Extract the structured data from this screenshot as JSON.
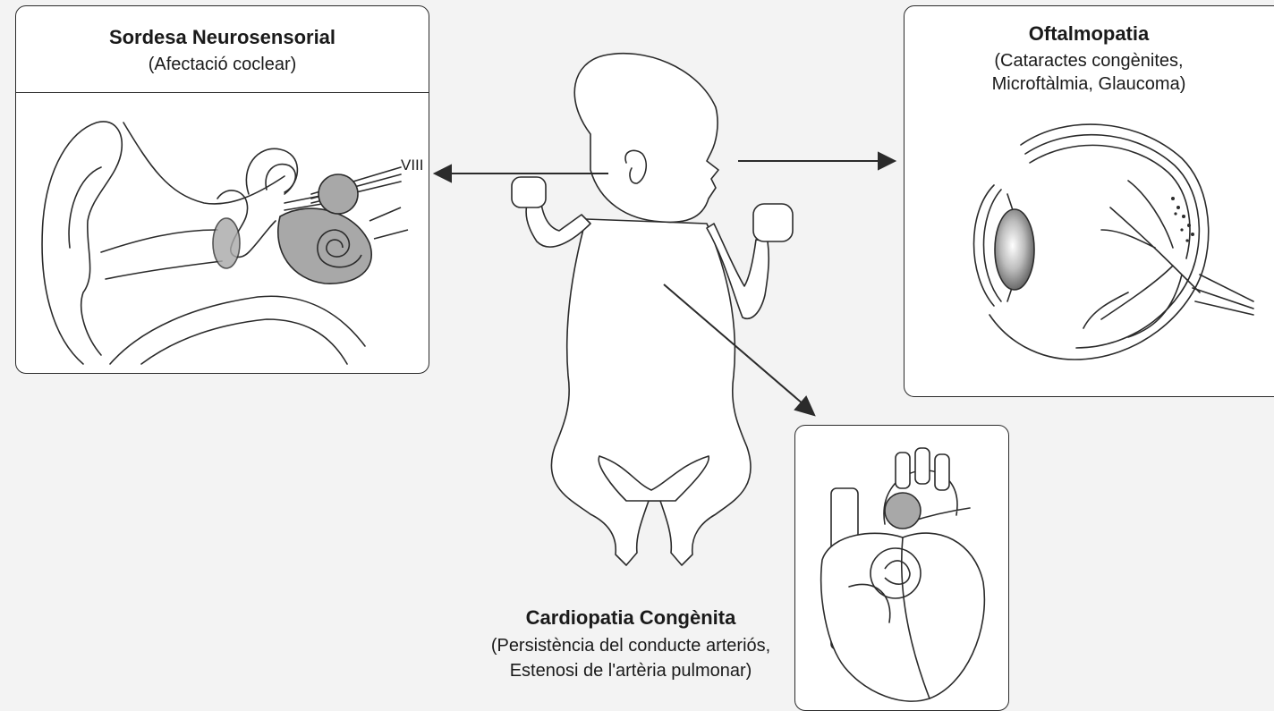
{
  "hearing": {
    "title": "Sordesa Neurosensorial",
    "subtitle": "(Afectació coclear)",
    "nerve_label": "VIII"
  },
  "eye": {
    "title": "Oftalmopatia",
    "subtitle_line1": "(Cataractes congènites,",
    "subtitle_line2": "Microftàlmia, Glaucoma)"
  },
  "heart": {
    "title": "Cardiopatia Congènita",
    "subtitle_line1": "(Persistència del conducte arteriós,",
    "subtitle_line2": "Estenosi de l'artèria pulmonar)"
  },
  "colors": {
    "stroke": "#2b2b2b",
    "highlight": "#a8a8a8",
    "background": "#f3f3f3"
  }
}
